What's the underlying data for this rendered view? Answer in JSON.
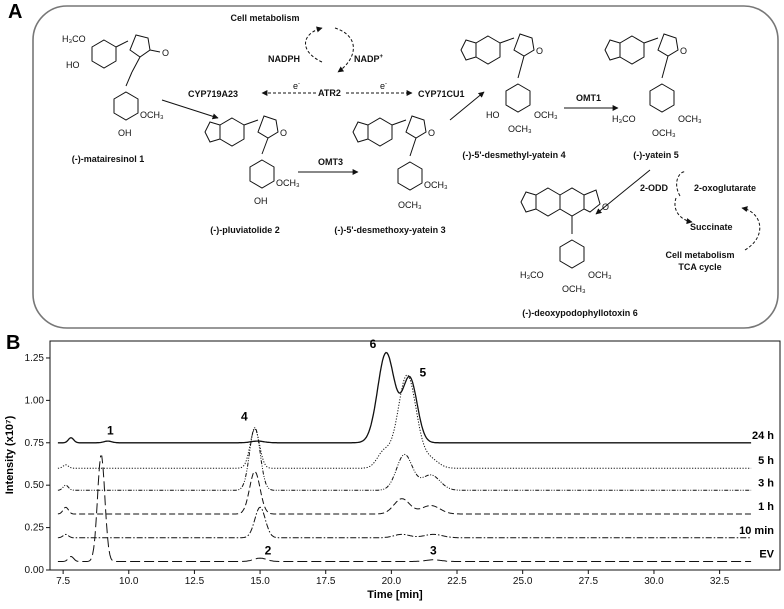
{
  "panel_a": {
    "letter": "A",
    "cell_metabolism": "Cell metabolism",
    "nadph": "NADPH",
    "nadp": "NADP",
    "nadp_sup": "+",
    "atr2": "ATR2",
    "electron": "e",
    "electron_sup": "-",
    "cyp719a23": "CYP719A23",
    "cyp71cu1": "CYP71CU1",
    "omt3": "OMT3",
    "omt1": "OMT1",
    "odd": "2-ODD",
    "oxoglutarate": "2-oxoglutarate",
    "succinate": "Succinate",
    "cell_metabolism2": "Cell metabolism",
    "tca": "TCA cycle",
    "compounds": [
      "(-)-matairesinol 1",
      "(-)-pluviatolide 2",
      "(-)-5'-desmethoxy-yatein 3",
      "(-)-5'-desmethyl-yatein 4",
      "(-)-yatein 5",
      "(-)-deoxypodophyllotoxin 6"
    ],
    "groups": {
      "h3co": "H₃CO",
      "ho": "HO",
      "oh": "OH",
      "och3": "OCH₃",
      "ring_o": "O"
    }
  },
  "chart_data": {
    "type": "line",
    "panel_letter": "B",
    "xlabel": "Time [min]",
    "ylabel": "Intensity (x10⁷)",
    "xlim": [
      7.0,
      34.8
    ],
    "ylim": [
      0.0,
      1.35
    ],
    "xticks": [
      "7.5",
      "10.0",
      "12.5",
      "15.0",
      "17.5",
      "20.0",
      "22.5",
      "25.0",
      "27.5",
      "30.0",
      "32.5"
    ],
    "yticks": [
      "0.00",
      "0.25",
      "0.50",
      "0.75",
      "1.00",
      "1.25"
    ],
    "series": [
      {
        "name": "24 h",
        "baseline": 0.75,
        "style": "solid",
        "peaks": [
          [
            7.8,
            0.03,
            0.1
          ],
          [
            9.2,
            0.01,
            0.15
          ],
          [
            14.9,
            0.01,
            0.25
          ],
          [
            19.8,
            0.53,
            0.32
          ],
          [
            20.7,
            0.38,
            0.28
          ]
        ]
      },
      {
        "name": "5 h",
        "baseline": 0.6,
        "style": "dotted",
        "peaks": [
          [
            7.6,
            0.02,
            0.1
          ],
          [
            14.8,
            0.23,
            0.18
          ],
          [
            19.7,
            0.09,
            0.25
          ],
          [
            20.6,
            0.55,
            0.35
          ],
          [
            21.5,
            0.05,
            0.3
          ]
        ]
      },
      {
        "name": "3 h",
        "baseline": 0.47,
        "style": "dashdotdot",
        "peaks": [
          [
            7.6,
            0.03,
            0.1
          ],
          [
            14.8,
            0.37,
            0.2
          ],
          [
            20.5,
            0.21,
            0.3
          ],
          [
            21.5,
            0.09,
            0.35
          ]
        ]
      },
      {
        "name": "1 h",
        "baseline": 0.33,
        "style": "dashed",
        "peaks": [
          [
            7.6,
            0.04,
            0.1
          ],
          [
            14.8,
            0.25,
            0.2
          ],
          [
            20.4,
            0.09,
            0.3
          ],
          [
            21.5,
            0.05,
            0.35
          ]
        ]
      },
      {
        "name": "10 min",
        "baseline": 0.19,
        "style": "dashdot",
        "peaks": [
          [
            7.6,
            0.02,
            0.1
          ],
          [
            15.0,
            0.18,
            0.2
          ],
          [
            20.4,
            0.02,
            0.3
          ],
          [
            21.6,
            0.02,
            0.35
          ]
        ]
      },
      {
        "name": "EV",
        "baseline": 0.05,
        "style": "longdash",
        "peaks": [
          [
            7.8,
            0.03,
            0.1
          ],
          [
            8.95,
            0.63,
            0.14
          ],
          [
            15.0,
            0.02,
            0.25
          ],
          [
            21.6,
            0.01,
            0.3
          ]
        ]
      }
    ],
    "annotations": [
      {
        "text": "1",
        "x": 9.3,
        "y": 0.8
      },
      {
        "text": "4",
        "x": 14.4,
        "y": 0.88
      },
      {
        "text": "6",
        "x": 19.3,
        "y": 1.31
      },
      {
        "text": "5",
        "x": 21.2,
        "y": 1.14
      },
      {
        "text": "2",
        "x": 15.3,
        "y": 0.09
      },
      {
        "text": "3",
        "x": 21.6,
        "y": 0.09
      }
    ],
    "grid": false,
    "legend": "inline-right"
  }
}
